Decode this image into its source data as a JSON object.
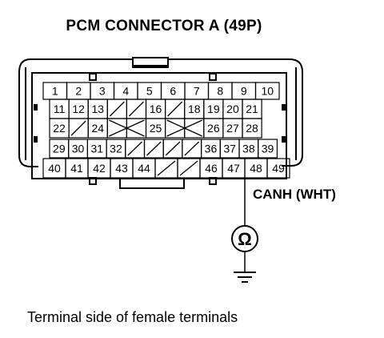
{
  "title": "PCM CONNECTOR A (49P)",
  "caption": "Terminal side of female terminals",
  "wire_label": "CANH (WHT)",
  "meter_symbol": "Ω",
  "connector": {
    "rows": [
      [
        "1",
        "2",
        "3",
        "4",
        "5",
        "6",
        "7",
        "8",
        "9",
        "10"
      ],
      [
        "11",
        "12",
        "13",
        "",
        "",
        "16",
        "",
        "18",
        "19",
        "20",
        "21"
      ],
      [
        "22",
        "",
        "24",
        "",
        "",
        "25",
        "",
        "",
        "26",
        "27",
        "28"
      ],
      [
        "29",
        "30",
        "31",
        "32",
        "",
        "",
        "",
        "",
        "36",
        "37",
        "38",
        "39"
      ],
      [
        "40",
        "41",
        "42",
        "43",
        "44",
        "",
        "",
        "46",
        "47",
        "48",
        "49"
      ]
    ],
    "probed_terminal": "47",
    "icon": "connector-face-icon"
  },
  "meter_icon": "ohmmeter-icon",
  "ground_icon": "ground-icon"
}
